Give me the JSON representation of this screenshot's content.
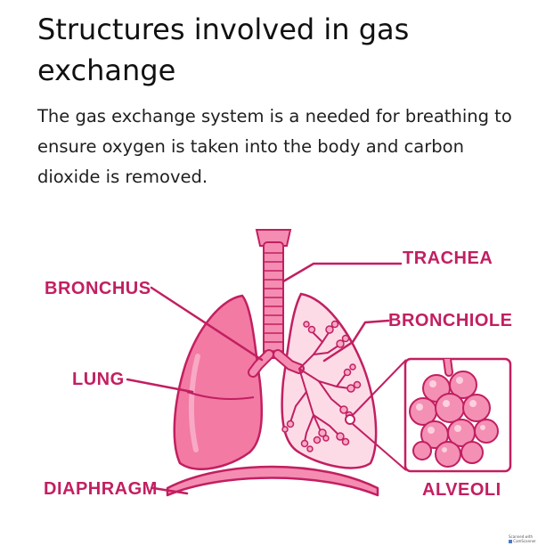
{
  "heading": "Structures involved in gas exchange",
  "intro": "The gas exchange system is a needed for breathing to ensure oxygen is taken into the body and carbon dioxide is removed.",
  "labels": {
    "trachea": "TRACHEA",
    "bronchus": "BRONCHUS",
    "bronchiole": "BRONCHIOLE",
    "lung": "LUNG",
    "diaphragm": "DIAPHRAGM",
    "alveoli": "ALVEOLI"
  },
  "watermark": {
    "line1": "Scanned with",
    "line2": "CamScanner"
  },
  "colors": {
    "label": "#c21f61",
    "outline": "#c21f61",
    "lung_left": "#f27aa3",
    "lung_right": "#fcdbe7",
    "trachea": "#f48db1",
    "alveoli": "#f490b4"
  }
}
